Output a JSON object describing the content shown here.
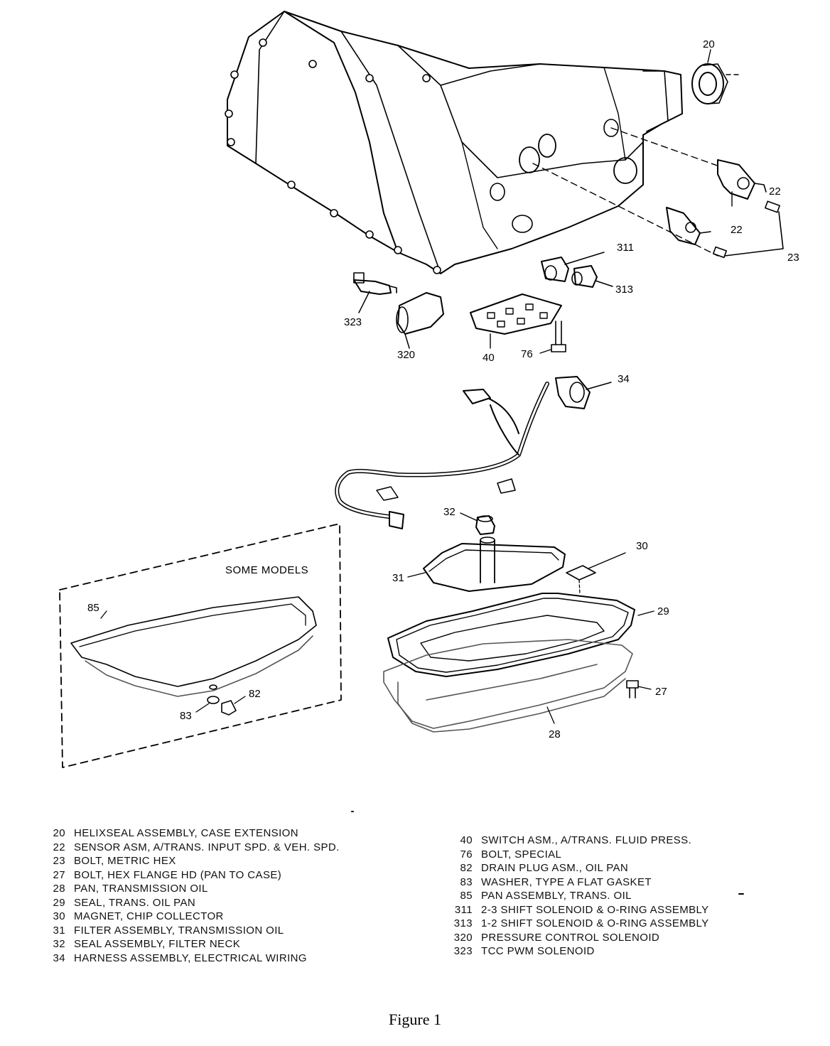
{
  "callouts": {
    "c20": "20",
    "c22a": "22",
    "c22b": "22",
    "c23": "23",
    "c311": "311",
    "c313": "313",
    "c323": "323",
    "c320": "320",
    "c40": "40",
    "c76": "76",
    "c34": "34",
    "c32": "32",
    "c30": "30",
    "c31": "31",
    "c29": "29",
    "c27": "27",
    "c28": "28",
    "c85": "85",
    "c82": "82",
    "c83": "83"
  },
  "some_models_label": "SOME MODELS",
  "legend_left": [
    {
      "num": "20",
      "desc": "HELIXSEAL ASSEMBLY, CASE EXTENSION"
    },
    {
      "num": "22",
      "desc": "SENSOR ASM, A/TRANS. INPUT SPD. & VEH. SPD."
    },
    {
      "num": "23",
      "desc": "BOLT, METRIC HEX"
    },
    {
      "num": "27",
      "desc": "BOLT, HEX FLANGE HD (PAN TO CASE)"
    },
    {
      "num": "28",
      "desc": "PAN, TRANSMISSION OIL"
    },
    {
      "num": "29",
      "desc": "SEAL, TRANS. OIL PAN"
    },
    {
      "num": "30",
      "desc": "MAGNET, CHIP COLLECTOR"
    },
    {
      "num": "31",
      "desc": "FILTER ASSEMBLY, TRANSMISSION OIL"
    },
    {
      "num": "32",
      "desc": "SEAL ASSEMBLY, FILTER NECK"
    },
    {
      "num": "34",
      "desc": "HARNESS ASSEMBLY, ELECTRICAL WIRING"
    }
  ],
  "legend_right": [
    {
      "num": "40",
      "desc": "SWITCH ASM., A/TRANS. FLUID PRESS."
    },
    {
      "num": "76",
      "desc": "BOLT, SPECIAL"
    },
    {
      "num": "82",
      "desc": "DRAIN PLUG ASM., OIL PAN"
    },
    {
      "num": "83",
      "desc": "WASHER, TYPE A FLAT GASKET"
    },
    {
      "num": "85",
      "desc": "PAN ASSEMBLY, TRANS. OIL"
    },
    {
      "num": "311",
      "desc": "2-3 SHIFT SOLENOID & O-RING ASSEMBLY"
    },
    {
      "num": "313",
      "desc": "1-2 SHIFT SOLENOID & O-RING ASSEMBLY"
    },
    {
      "num": "320",
      "desc": "PRESSURE CONTROL SOLENOID"
    },
    {
      "num": "323",
      "desc": "TCC PWM SOLENOID"
    }
  ],
  "caption": "Figure 1"
}
